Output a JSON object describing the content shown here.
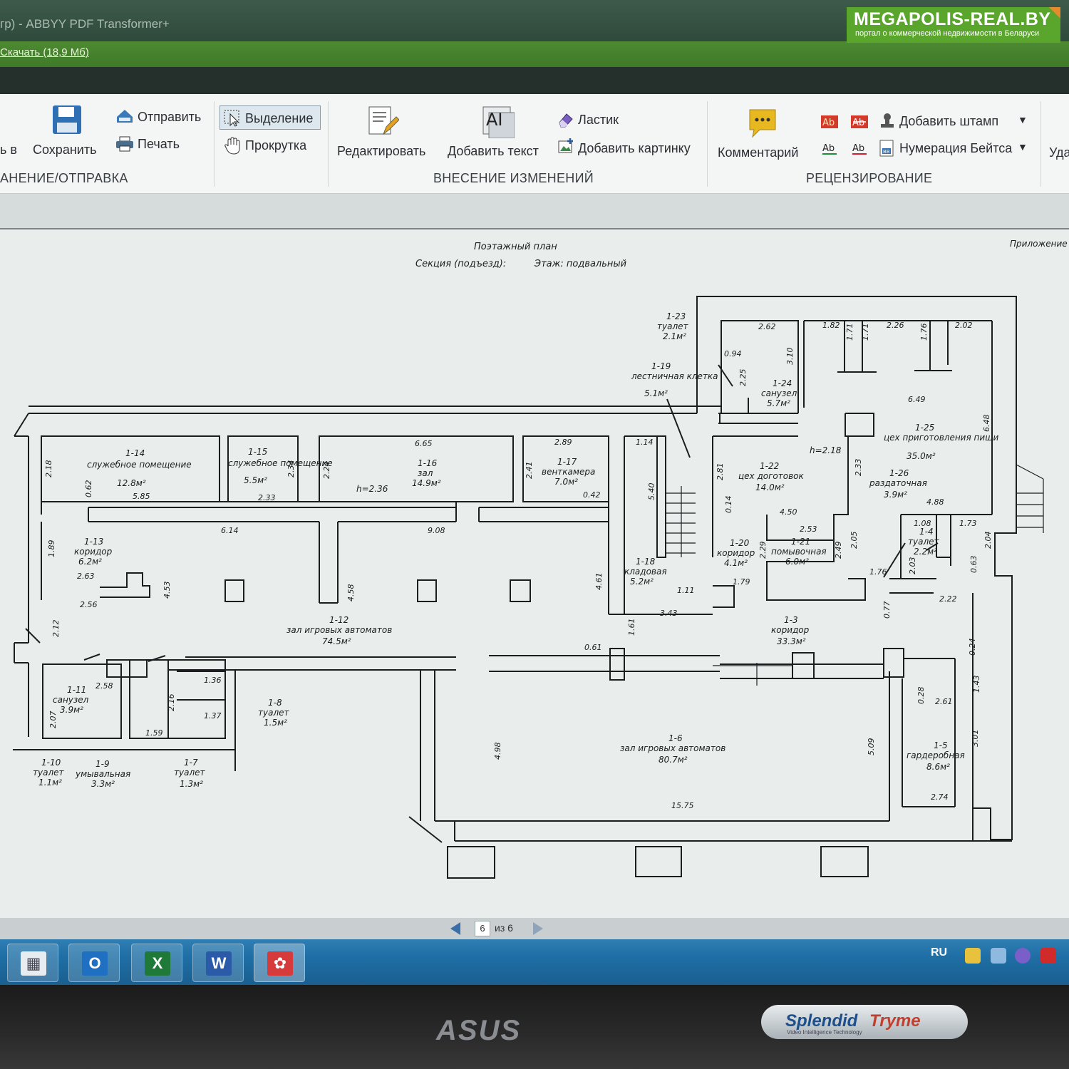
{
  "window": {
    "title": "гр) - ABBYY PDF Transformer+",
    "download_link": "Скачать (18,9 Мб)"
  },
  "ribbon": {
    "save_group_prefix": "ь в",
    "save_label": "Сохранить",
    "send_label": "Отправить",
    "print_label": "Печать",
    "select_label": "Выделение",
    "scroll_label": "Прокрутка",
    "edit_label": "Редактировать",
    "add_text_label": "Добавить текст",
    "eraser_label": "Ластик",
    "add_image_label": "Добавить картинку",
    "comment_label": "Комментарий",
    "add_stamp_label": "Добавить штамп",
    "bates_label": "Нумерация Бейтса",
    "delete_label": "Уда",
    "groups": {
      "save_send": "АНЕНИЕ/ОТПРАВКА",
      "edit": "ВНЕСЕНИЕ ИЗМЕНЕНИЙ",
      "review": "РЕЦЕНЗИРОВАНИЕ"
    },
    "markup_icons": [
      "Ab",
      "Ab",
      "Ab",
      "Ab"
    ]
  },
  "document": {
    "title": "Поэтажный план",
    "section_label": "Секция (подъезд):",
    "floor_label": "Этаж: подвальный",
    "appendix_label": "Приложение",
    "rooms": [
      {
        "id": "1-23",
        "name": "туалет",
        "area": "2.1м²"
      },
      {
        "id": "1-19",
        "name": "лестничная клетка",
        "area": "5.1м²"
      },
      {
        "id": "1-24",
        "name": "санузел",
        "area": "5.7м²"
      },
      {
        "id": "1-25",
        "name": "цех приготовления пищи",
        "area": "35.0м²"
      },
      {
        "id": "1-14",
        "name": "служебное помещение",
        "area": "12.8м²"
      },
      {
        "id": "1-15",
        "name": "служебное помещение",
        "area": "5.5м²"
      },
      {
        "id": "1-16",
        "name": "зал",
        "area": "14.9м²"
      },
      {
        "id": "1-17",
        "name": "венткамера",
        "area": "7.0м²"
      },
      {
        "id": "1-22",
        "name": "цех доготовок",
        "area": "14.0м²"
      },
      {
        "id": "1-26",
        "name": "раздаточная",
        "area": "3.9м²"
      },
      {
        "id": "1-13",
        "name": "коридор",
        "area": "6.2м²"
      },
      {
        "id": "1-20",
        "name": "коридор",
        "area": "4.1м²"
      },
      {
        "id": "1-21",
        "name": "помывочная",
        "area": "6.0м²"
      },
      {
        "id": "1-4",
        "name": "туалет",
        "area": "2.2м²"
      },
      {
        "id": "1-18",
        "name": "кладовая",
        "area": "5.2м²"
      },
      {
        "id": "1-12",
        "name": "зал игровых автоматов",
        "area": "74.5м²"
      },
      {
        "id": "1-3",
        "name": "коридор",
        "area": "33.3м²"
      },
      {
        "id": "1-11",
        "name": "санузел",
        "area": "3.9м²"
      },
      {
        "id": "1-8",
        "name": "туалет",
        "area": "1.5м²"
      },
      {
        "id": "1-6",
        "name": "зал игровых автоматов",
        "area": "80.7м²"
      },
      {
        "id": "1-5",
        "name": "гардеробная",
        "area": "8.6м²"
      },
      {
        "id": "1-10",
        "name": "туалет",
        "area": "1.1м²"
      },
      {
        "id": "1-9",
        "name": "умывальная",
        "area": "3.3м²"
      },
      {
        "id": "1-7",
        "name": "туалет",
        "area": "1.3м²"
      }
    ],
    "heights": [
      "h=2.18",
      "h=2.36"
    ],
    "dimensions": [
      "2.62",
      "1.82",
      "1.71",
      "1.71",
      "2.26",
      "1.76",
      "2.02",
      "0.94",
      "3.10",
      "2.25",
      "6.49",
      "6.48",
      "6.65",
      "2.89",
      "1.14",
      "2.18",
      "2.34",
      "2.24",
      "2.41",
      "2.81",
      "2.33",
      "5.85",
      "2.33",
      "0.42",
      "5.40",
      "0.62",
      "6.14",
      "9.08",
      "4.50",
      "0.14",
      "4.88",
      "1.89",
      "2.63",
      "2.53",
      "2.05",
      "1.08",
      "1.73",
      "2.04",
      "2.49",
      "2.29",
      "0.63",
      "4.53",
      "2.56",
      "4.58",
      "4.61",
      "1.11",
      "1.79",
      "1.76",
      "2.03",
      "2.22",
      "0.77",
      "3.43",
      "2.12",
      "1.61",
      "0.61",
      "0.24",
      "2.58",
      "1.36",
      "2.16",
      "1.37",
      "1.59",
      "2.07",
      "1.43",
      "0.28",
      "2.61",
      "4.98",
      "5.09",
      "3.01",
      "2.74",
      "15.75"
    ]
  },
  "navigation": {
    "current_page": "6",
    "of_pages": "из 6"
  },
  "taskbar": {
    "apps": [
      "calculator-icon",
      "outlook-icon",
      "excel-icon",
      "word-icon",
      "pdf-transformer-icon"
    ],
    "language": "RU"
  },
  "bezel": {
    "brand": "ASUS",
    "splendid_1": "Splendid",
    "splendid_2": "Tryme",
    "splendid_sub": "Video Intelligence Technology"
  },
  "watermark": {
    "site": "MEGAPOLIS-REAL.BY",
    "tagline": "портал о коммерческой недвижимости в Беларуси"
  },
  "colors": {
    "accent_green": "#5aa52c",
    "taskbar_blue": "#1e6ea5",
    "watermark_corner": "#e68a2e"
  }
}
